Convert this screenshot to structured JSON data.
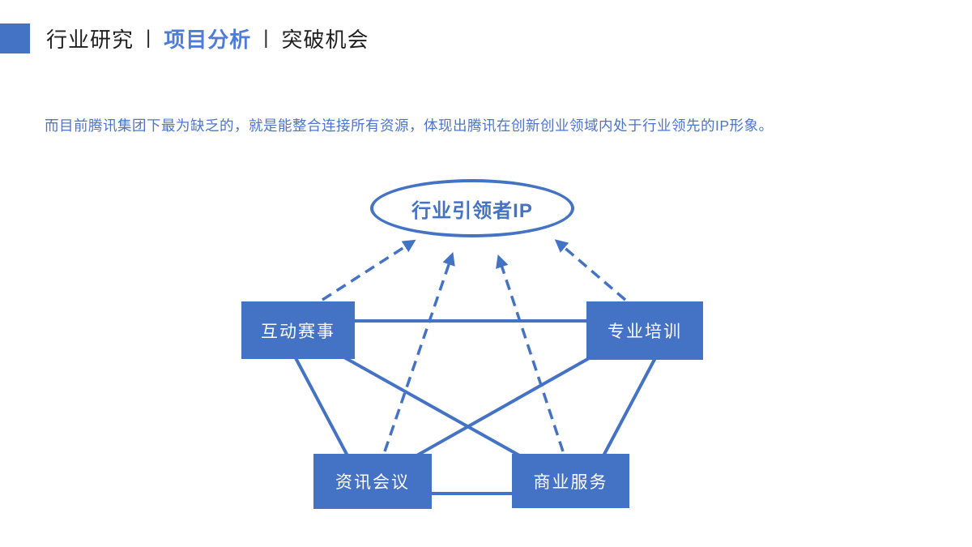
{
  "slide": {
    "header": {
      "separator": "|",
      "items": [
        {
          "label": "行业研究",
          "active": false
        },
        {
          "label": "项目分析",
          "active": true
        },
        {
          "label": "突破机会",
          "active": false
        }
      ]
    },
    "body_text": "而目前腾讯集团下最为缺乏的，就是能整合连接所有资源，体现出腾讯在创新创业领域内处于行业领先的IP形象。",
    "diagram": {
      "center_label": "行业引领者IP",
      "nodes": [
        {
          "id": "interactive-events",
          "label": "互动赛事"
        },
        {
          "id": "professional-training",
          "label": "专业培训"
        },
        {
          "id": "info-conference",
          "label": "资讯会议"
        },
        {
          "id": "business-services",
          "label": "商业服务"
        }
      ],
      "solid_edges": [
        [
          "互动赛事",
          "专业培训"
        ],
        [
          "互动赛事",
          "资讯会议"
        ],
        [
          "互动赛事",
          "商业服务"
        ],
        [
          "专业培训",
          "商业服务"
        ],
        [
          "专业培训",
          "资讯会议"
        ],
        [
          "资讯会议",
          "商业服务"
        ]
      ],
      "dashed_arrows_to_center": [
        "互动赛事",
        "专业培训",
        "资讯会议",
        "商业服务"
      ]
    },
    "colors": {
      "accent": "#4472C4",
      "header_active_text": "#4E7CD9",
      "header_text": "#1F1F1F",
      "body_text": "#4C74CE",
      "node_text": "#FFFFFF",
      "background": "#FFFFFF"
    }
  }
}
